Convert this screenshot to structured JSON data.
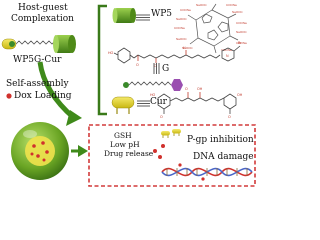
{
  "top_left": {
    "heading_line1": "Host-guest",
    "heading_line2": "Complexation",
    "complex_label": "WP5G-Cur"
  },
  "bottom_left": {
    "step_line1": "Self-assembly",
    "step_line2": "Dox Loading"
  },
  "right_panel": {
    "wp5_label": "WP5",
    "g_label": "G",
    "cur_label": "Cur"
  },
  "effects_box": {
    "trigger_line1": "GSH",
    "trigger_line2": "Low pH",
    "trigger_line3": "Drug release",
    "effect1": "P-gp inhibition",
    "effect2": "DNA damage"
  },
  "colors": {
    "macrocycle_green": "#5f9a1c",
    "cur_yellow": "#e6d21a",
    "arrow_green": "#3f8a1a",
    "bracket_green": "#3a7a1a",
    "dox_red": "#d0312d",
    "dashed_box_red": "#d23a3a",
    "g_purple": "#9a4fb0",
    "structure_red": "#c0392b",
    "dna_blue": "#4a66c8"
  }
}
